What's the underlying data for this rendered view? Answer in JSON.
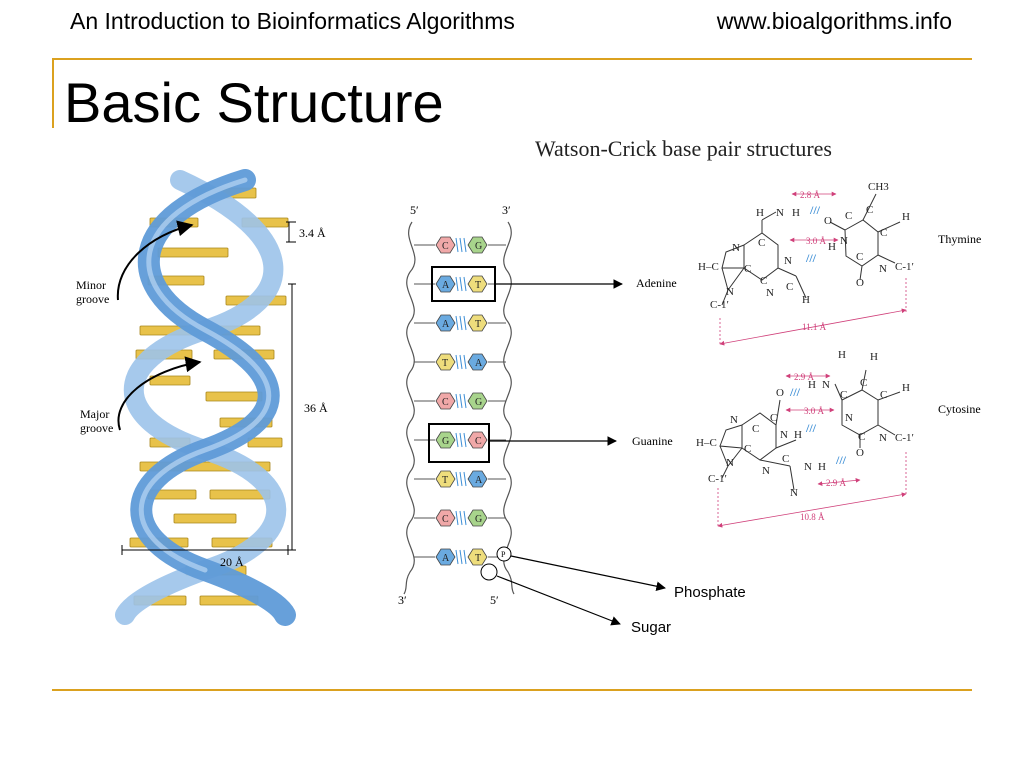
{
  "header": {
    "course": "An Introduction to Bioinformatics Algorithms",
    "site": "www.bioalgorithms.info"
  },
  "slide": {
    "title": "Basic Structure",
    "figure_title": "Watson-Crick base pair structures"
  },
  "helix": {
    "rise": "3.4 Å",
    "pitch": "36 Å",
    "width": "20 Å",
    "minor_groove": [
      "Minor",
      "groove"
    ],
    "major_groove": [
      "Major",
      "groove"
    ]
  },
  "ladder": {
    "top_left": "5′",
    "top_right": "3′",
    "bottom_left": "3′",
    "bottom_right": "5′",
    "pairs": [
      [
        "C",
        "G"
      ],
      [
        "A",
        "T"
      ],
      [
        "A",
        "T"
      ],
      [
        "T",
        "A"
      ],
      [
        "C",
        "G"
      ],
      [
        "G",
        "C"
      ],
      [
        "T",
        "A"
      ],
      [
        "C",
        "G"
      ],
      [
        "A",
        "T"
      ]
    ],
    "phosphate_mark": "P"
  },
  "labels": {
    "adenine": "Adenine",
    "guanine": "Guanine",
    "thymine": "Thymine",
    "cytosine": "Cytosine",
    "phosphate": "Phosphate",
    "sugar": "Sugar"
  },
  "at_pair": {
    "d1": "2.8 Å",
    "d2": "3.0 Å",
    "span": "11.1 Å",
    "atoms": {
      "H1": "H",
      "N1": "N",
      "H2": "H",
      "N2": "N",
      "H3": "H",
      "C1": "C",
      "N3": "N",
      "C2": "C",
      "N4": "N",
      "C3": "C",
      "N5": "N",
      "C4": "C",
      "H4": "H",
      "C5": "C-1′",
      "C6": "C",
      "CH3": "CH3",
      "O1": "O",
      "C7": "C",
      "H5": "H",
      "C8": "C",
      "N6": "N",
      "H6": "H",
      "C9": "C",
      "N7": "N",
      "C10": "C-1′",
      "O2": "O",
      "H7": "H–C"
    }
  },
  "gc_pair": {
    "d1": "2.9 Å",
    "d2": "3.0 Å",
    "d3": "2.9 Å",
    "span": "10.8 Å",
    "atoms": {
      "H1": "H",
      "N1": "N",
      "C1": "C",
      "O1": "O",
      "H2": "H–C",
      "N2": "N",
      "C2": "C",
      "N3": "N",
      "C3": "C",
      "N4": "N",
      "C4": "C-1′",
      "N5": "N",
      "H3": "H",
      "C5": "C",
      "N6": "N",
      "H4": "H",
      "H5": "H",
      "N7": "N",
      "H6": "H",
      "C6": "C",
      "C7": "C",
      "C8": "C",
      "H7": "H",
      "N8": "N",
      "C9": "C",
      "O2": "O",
      "N9": "N",
      "C10": "C-1′"
    }
  },
  "colors": {
    "accent_rule": "#dba11f",
    "helix_blue": "#6aa3dc",
    "base_yellow": "#e8c24a",
    "hbond_blue": "#3e8fd6",
    "distance_pink": "#d0407a"
  }
}
